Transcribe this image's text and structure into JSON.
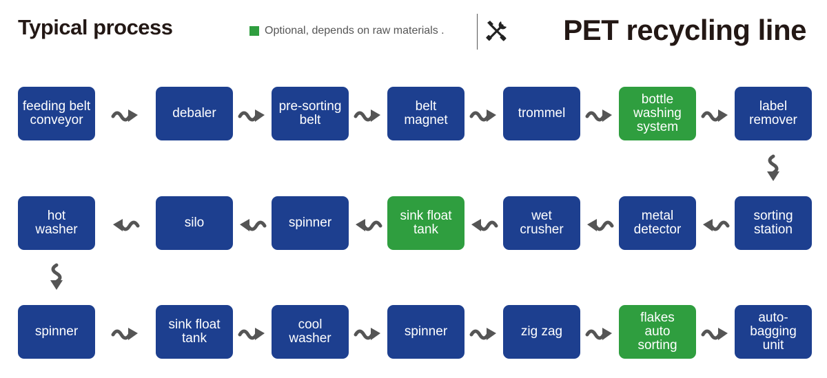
{
  "header": {
    "left_title": "Typical process",
    "legend_text": "Optional, depends on raw materials .",
    "right_title": "PET recycling line",
    "legend_color": "#2f9e3f",
    "icon": "tools-icon"
  },
  "colors": {
    "standard": "#1d3f8f",
    "optional": "#2f9e3f",
    "arrow": "#555555"
  },
  "rows": [
    {
      "direction": "right",
      "steps": [
        {
          "label": "feeding belt\nconveyor",
          "optional": false
        },
        {
          "label": "debaler",
          "optional": false
        },
        {
          "label": "pre-sorting\nbelt",
          "optional": false
        },
        {
          "label": "belt\nmagnet",
          "optional": false
        },
        {
          "label": "trommel",
          "optional": false
        },
        {
          "label": "bottle\nwashing\nsystem",
          "optional": true
        },
        {
          "label": "label\nremover",
          "optional": false
        }
      ]
    },
    {
      "direction": "left",
      "steps": [
        {
          "label": "hot\nwasher",
          "optional": false
        },
        {
          "label": "silo",
          "optional": false
        },
        {
          "label": "spinner",
          "optional": false
        },
        {
          "label": "sink float\ntank",
          "optional": true
        },
        {
          "label": "wet\ncrusher",
          "optional": false
        },
        {
          "label": "metal\ndetector",
          "optional": false
        },
        {
          "label": "sorting\nstation",
          "optional": false
        }
      ]
    },
    {
      "direction": "right",
      "steps": [
        {
          "label": "spinner",
          "optional": false
        },
        {
          "label": "sink float\ntank",
          "optional": false
        },
        {
          "label": "cool\nwasher",
          "optional": false
        },
        {
          "label": "spinner",
          "optional": false
        },
        {
          "label": "zig zag",
          "optional": false
        },
        {
          "label": "flakes\nauto\nsorting",
          "optional": true
        },
        {
          "label": "auto-bagging\nunit",
          "optional": false
        }
      ]
    }
  ]
}
